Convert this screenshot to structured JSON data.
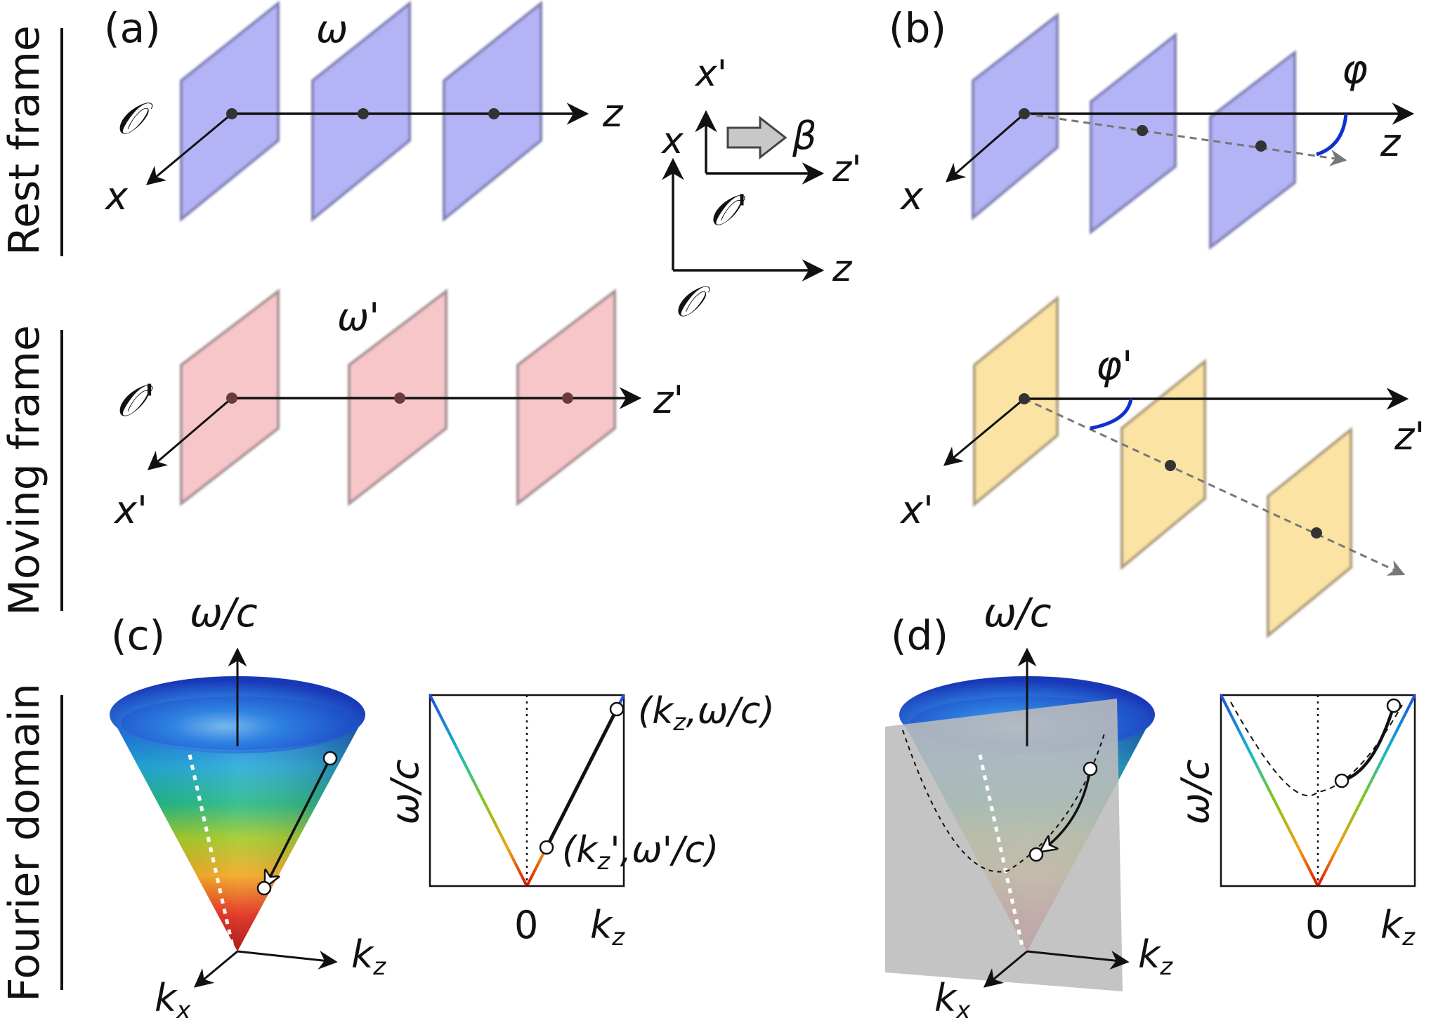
{
  "rows": {
    "rest": "Rest frame",
    "moving": "Moving frame",
    "fourier": "Fourier domain"
  },
  "panels": {
    "a": "(a)",
    "b": "(b)",
    "c": "(c)",
    "d": "(d)"
  },
  "frame_diagram": {
    "x_prime": "x'",
    "z_prime": "z'",
    "beta": "β",
    "O_prime": "𝒪'",
    "x": "x",
    "z": "z",
    "O": "𝒪"
  },
  "panel_a": {
    "omega": "ω",
    "origin": "𝒪",
    "z": "z",
    "x": "x"
  },
  "panel_a_moving": {
    "omega": "ω'",
    "origin": "𝒪'",
    "z": "z'",
    "x": "x'"
  },
  "panel_b": {
    "phi": "φ",
    "z": "z",
    "x": "x"
  },
  "panel_b_moving": {
    "phi": "φ'",
    "z": "z'",
    "x": "x'"
  },
  "panel_c": {
    "omega_axis": "ω/c",
    "kz": "k",
    "kz_sub": "z",
    "kx": "k",
    "kx_sub": "x",
    "plot_ylabel": "ω/c",
    "plot_zero": "0",
    "plot_kz": "k",
    "plot_kz_sub": "z",
    "pt_high": "(k",
    "pt_high_sub": "z",
    "pt_high_tail": ",ω/c)",
    "pt_low": "(k",
    "pt_low_sub": "z",
    "pt_low_tail": "',ω'/c)"
  },
  "panel_d": {
    "omega_axis": "ω/c",
    "kz": "k",
    "kz_sub": "z",
    "kx": "k",
    "kx_sub": "x",
    "plot_ylabel": "ω/c",
    "plot_zero": "0",
    "plot_kz": "k",
    "plot_kz_sub": "z"
  },
  "colors": {
    "blue_plane": "#b3b3f5",
    "blue_edge": "#7f80b4",
    "red_plane": "#f7c6c9",
    "red_edge": "#a49093",
    "yellow_plane": "#fbe3a4",
    "yellow_edge": "#aa9a7a",
    "angle_arc": "#1030d0"
  }
}
